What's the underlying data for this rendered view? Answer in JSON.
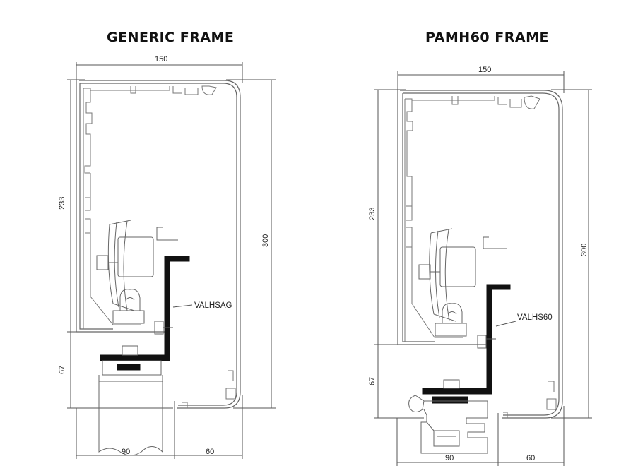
{
  "titles": {
    "generic": "GENERIC FRAME",
    "pamh60": "PAMH60 FRAME"
  },
  "generic": {
    "width": "150",
    "height_total": "300",
    "height_upper": "233",
    "height_lower": "67",
    "bottom_left": "90",
    "bottom_right": "60",
    "bracket_label": "VALHSAG"
  },
  "pamh60": {
    "width": "150",
    "height_total": "300",
    "height_upper": "233",
    "height_lower": "67",
    "bottom_left": "90",
    "bottom_right": "60",
    "bracket_label": "VALHS60"
  }
}
